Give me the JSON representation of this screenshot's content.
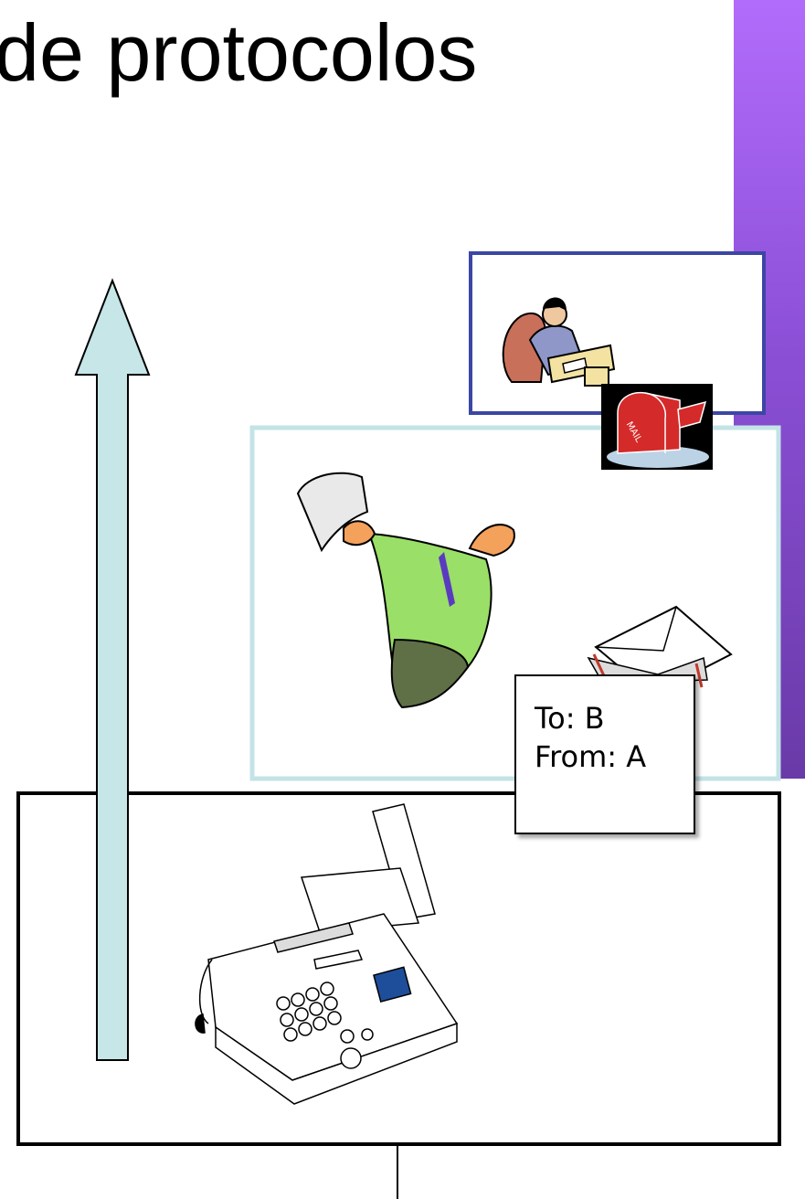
{
  "title": "de protocolos",
  "envelope_label": {
    "to": "To: B",
    "from": "From: A"
  },
  "mailbox_text": "MAIL",
  "colors": {
    "accent_purple": "#9a5cf0",
    "layer_top_border": "#3c46a5",
    "layer_middle_border": "#c3e3e6",
    "layer_bottom_border": "#000000",
    "arrow_fill": "#c6e6e8"
  },
  "icons": [
    "office-worker-icon",
    "mailbox-icon",
    "postal-carrier-icon",
    "envelope-stack-icon",
    "fax-machine-icon",
    "upward-arrow-icon"
  ]
}
